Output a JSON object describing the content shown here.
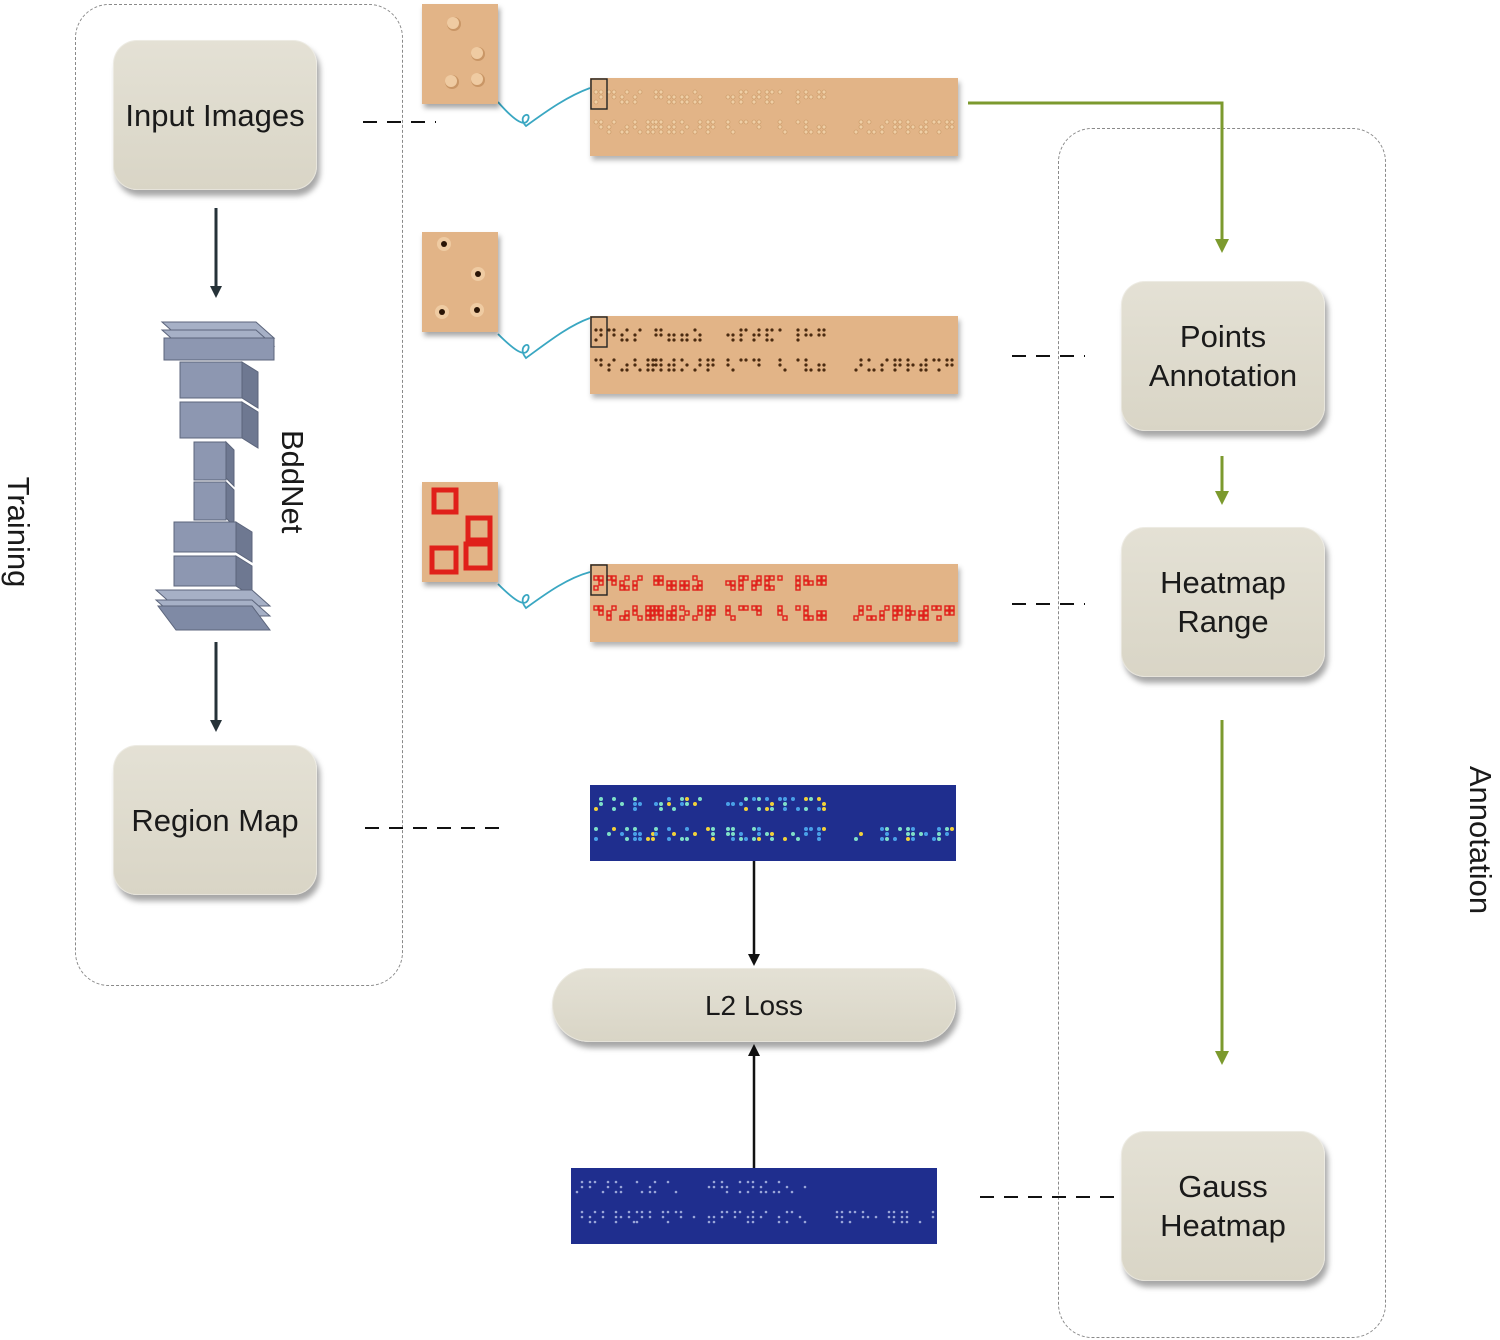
{
  "groups": {
    "training_label": "Training",
    "annotation_label": "Annotation"
  },
  "nodes": {
    "input_images": "Input Images",
    "region_map": "Region Map",
    "points_annotation_line1": "Points",
    "points_annotation_line2": "Annotation",
    "heatmap_range_line1": "Heatmap",
    "heatmap_range_line2": "Range",
    "gauss_heatmap_line1": "Gauss",
    "gauss_heatmap_line2": "Heatmap",
    "l2_loss": "L2 Loss"
  },
  "network": {
    "name": "BddNet"
  },
  "colors": {
    "paper": "#e2b487",
    "dot_dark": "#4a2a10",
    "dot_red": "#e0201a",
    "heatmap_bg": "#1f2e8e",
    "edge_dark": "#263238",
    "edge_green": "#7c9a2e",
    "connector_blue": "#3aa7c2"
  }
}
